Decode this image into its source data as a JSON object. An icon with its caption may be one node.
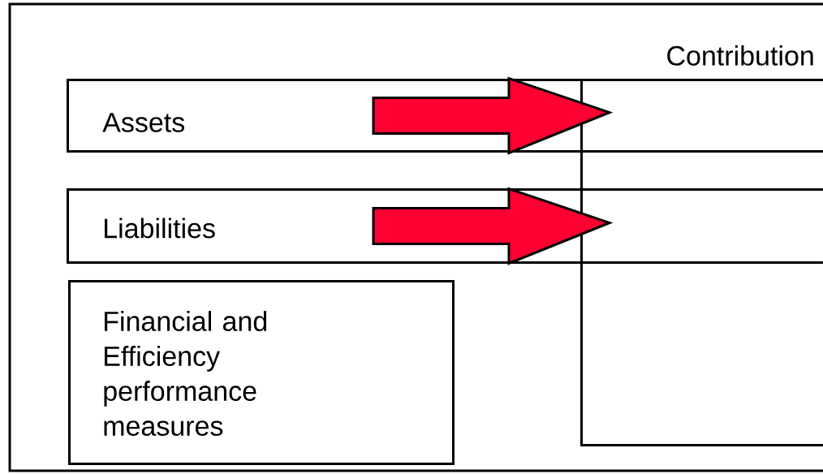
{
  "diagram": {
    "nodes": [
      {
        "text": [
          "Contribution"
        ]
      },
      {
        "text": [
          "Assets"
        ]
      },
      {
        "text": [
          "Liabilities"
        ]
      },
      {
        "text": [
          "Financial and Efficiency performance measures"
        ]
      }
    ],
    "edges": [
      {
        "from": 1,
        "to": 0,
        "arrow": "to",
        "color": "#ff0033"
      },
      {
        "from": 2,
        "to": 0,
        "arrow": "to",
        "color": "#ff0033"
      }
    ]
  }
}
